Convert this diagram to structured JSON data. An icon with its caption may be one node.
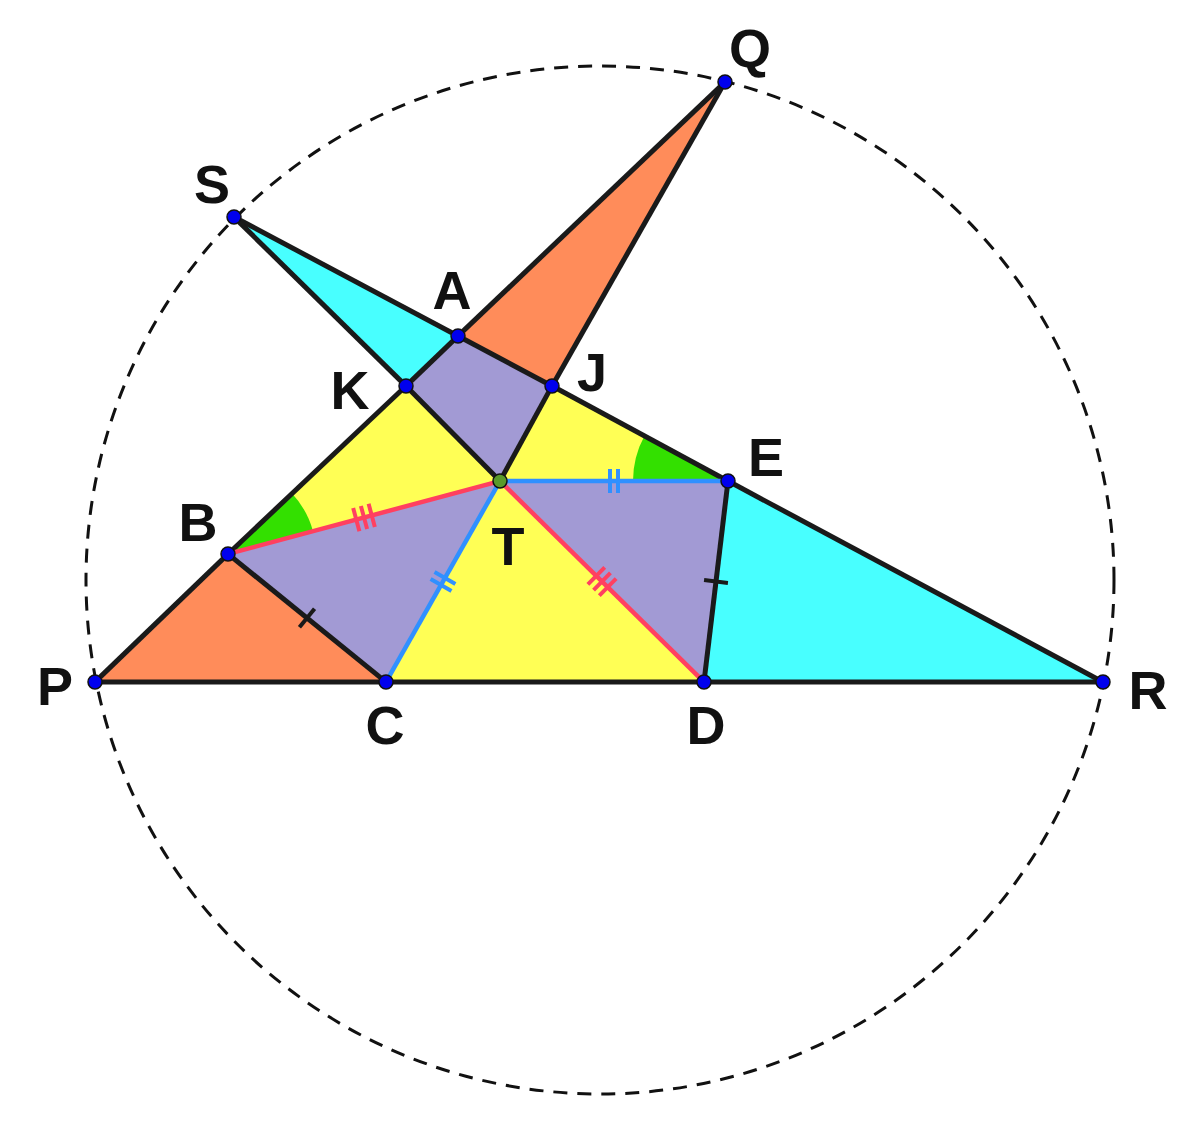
{
  "diagram": {
    "nodes": [
      {
        "text": [],
        "shape": "circle",
        "beside": [
          "Q"
        ]
      },
      {
        "text": [],
        "shape": "circle",
        "beside": [
          "S"
        ]
      },
      {
        "text": [],
        "shape": "circle",
        "beside": [
          "A"
        ]
      },
      {
        "text": [],
        "shape": "circle",
        "beside": [
          "K"
        ]
      },
      {
        "text": [],
        "shape": "circle",
        "beside": [
          "J"
        ]
      },
      {
        "text": [],
        "shape": "circle",
        "beside": [
          "E"
        ]
      },
      {
        "text": [],
        "shape": "circle",
        "beside": [
          "T"
        ]
      },
      {
        "text": [],
        "shape": "circle",
        "beside": [
          "B"
        ]
      },
      {
        "text": [],
        "shape": "circle",
        "beside": [
          "P"
        ]
      },
      {
        "text": [],
        "shape": "circle",
        "beside": [
          "C"
        ]
      },
      {
        "text": [],
        "shape": "circle",
        "beside": [
          "D"
        ]
      },
      {
        "text": [],
        "shape": "circle",
        "beside": [
          "R"
        ]
      }
    ],
    "edges": [
      {
        "from": 8,
        "to": 9,
        "arrow": "none"
      },
      {
        "from": 9,
        "to": 10,
        "arrow": "none"
      },
      {
        "from": 10,
        "to": 11,
        "arrow": "none"
      },
      {
        "from": 8,
        "to": 7,
        "arrow": "none"
      },
      {
        "from": 7,
        "to": 3,
        "arrow": "none"
      },
      {
        "from": 3,
        "to": 2,
        "arrow": "none"
      },
      {
        "from": 2,
        "to": 0,
        "arrow": "none"
      },
      {
        "from": 1,
        "to": 2,
        "arrow": "none"
      },
      {
        "from": 2,
        "to": 4,
        "arrow": "none"
      },
      {
        "from": 4,
        "to": 5,
        "arrow": "none"
      },
      {
        "from": 5,
        "to": 11,
        "arrow": "none"
      },
      {
        "from": 1,
        "to": 3,
        "arrow": "none"
      },
      {
        "from": 3,
        "to": 6,
        "arrow": "none"
      },
      {
        "from": 0,
        "to": 4,
        "arrow": "none"
      },
      {
        "from": 4,
        "to": 6,
        "arrow": "none"
      },
      {
        "from": 7,
        "to": 9,
        "arrow": "none"
      },
      {
        "from": 10,
        "to": 5,
        "arrow": "none"
      },
      {
        "from": 7,
        "to": 6,
        "arrow": "none",
        "color": "#ff4060"
      },
      {
        "from": 6,
        "to": 10,
        "arrow": "none",
        "color": "#ff4060"
      },
      {
        "from": 6,
        "to": 9,
        "arrow": "none",
        "color": "#3090ff"
      },
      {
        "from": 6,
        "to": 5,
        "arrow": "none",
        "color": "#3090ff"
      }
    ]
  }
}
